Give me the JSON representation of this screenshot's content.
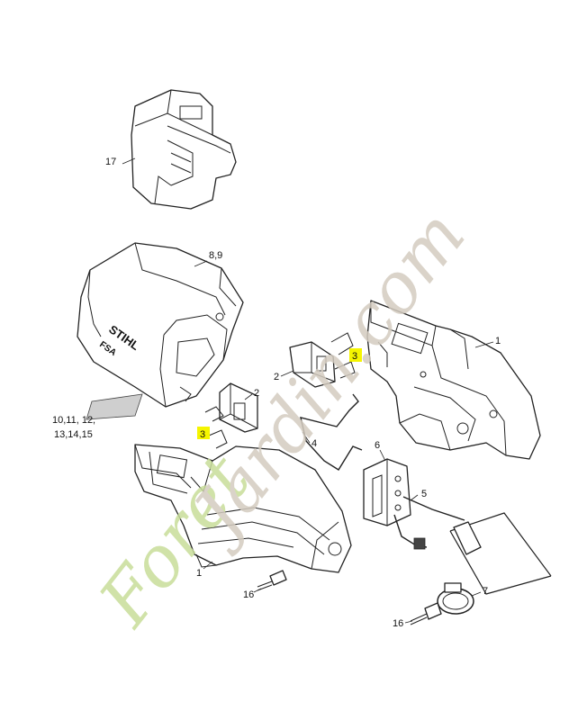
{
  "callouts": {
    "p17": "17",
    "p89": "8,9",
    "p10a": "10,11, 12,",
    "p10b": "13,14,15",
    "p1a": "1",
    "p2a": "2",
    "p3a": "3",
    "p2b": "2",
    "p3b": "3",
    "p4": "4",
    "p6": "6",
    "p5": "5",
    "p1b": "1",
    "p16a": "16",
    "p16b": "16",
    "p7": "7"
  },
  "housing_text": {
    "brand": "STIHL",
    "model": "FSA"
  },
  "watermark": {
    "left": "Foret",
    "right": "Jardin.com",
    "color_left": "#c8dd9a",
    "color_right": "#d4ccc0"
  },
  "highlight_color": "#f5f500"
}
